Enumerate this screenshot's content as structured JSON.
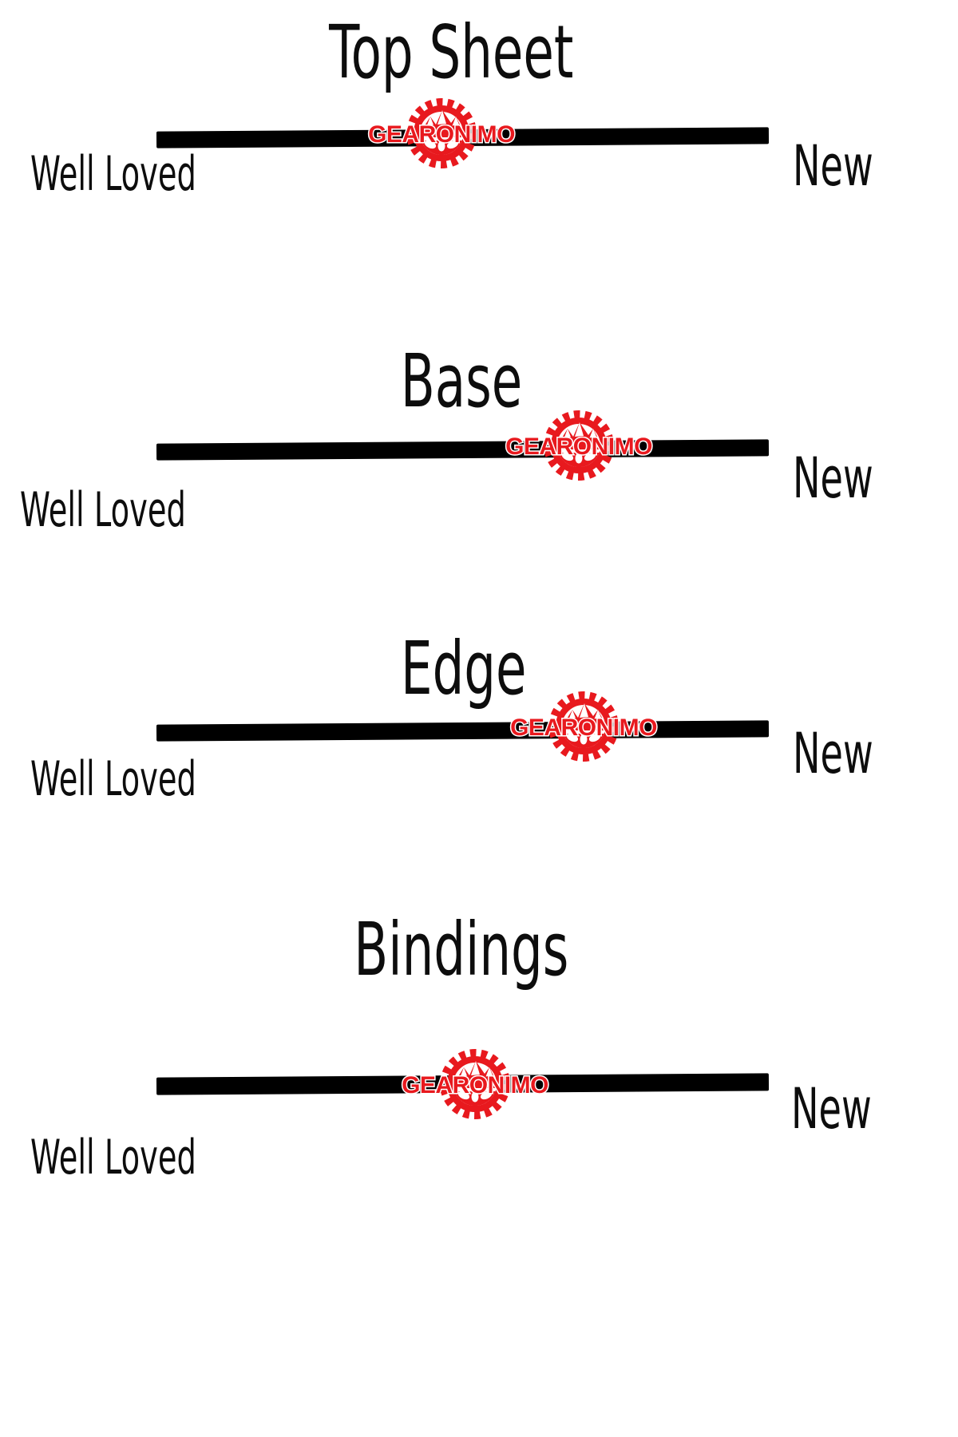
{
  "brand": {
    "logo_text": "GEARONIMO"
  },
  "colors": {
    "accent": "#e8191e",
    "bar": "#000000",
    "ink": "#0d0d0d",
    "bg": "#ffffff"
  },
  "sections": [
    {
      "title": "Top Sheet",
      "left_label": "Well Loved",
      "right_label": "New"
    },
    {
      "title": "Base",
      "left_label": "Well Loved",
      "right_label": "New"
    },
    {
      "title": "Edge",
      "left_label": "Well Loved",
      "right_label": "New"
    },
    {
      "title": "Bindings",
      "left_label": "Well Loved",
      "right_label": "New"
    }
  ]
}
